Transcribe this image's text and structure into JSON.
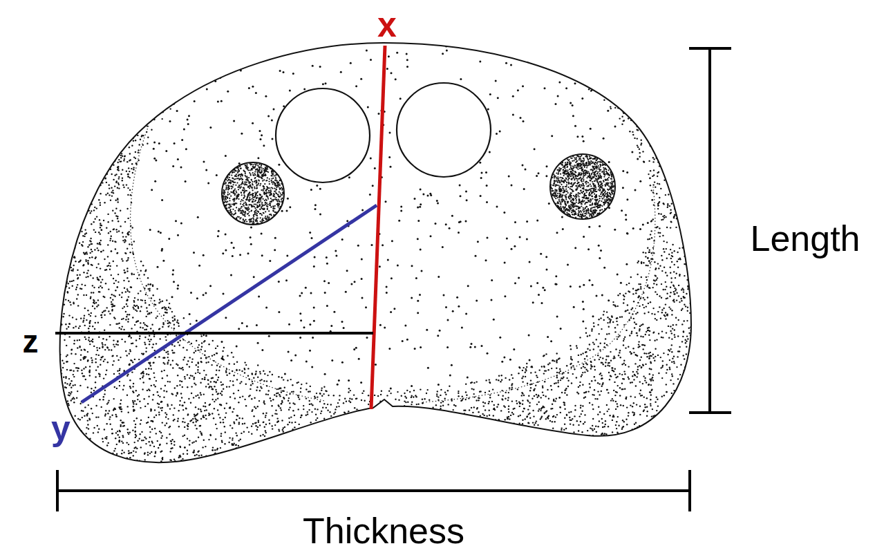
{
  "diagram": {
    "labels": [
      "x",
      "y",
      "z",
      "Length",
      "Thickness"
    ]
  }
}
